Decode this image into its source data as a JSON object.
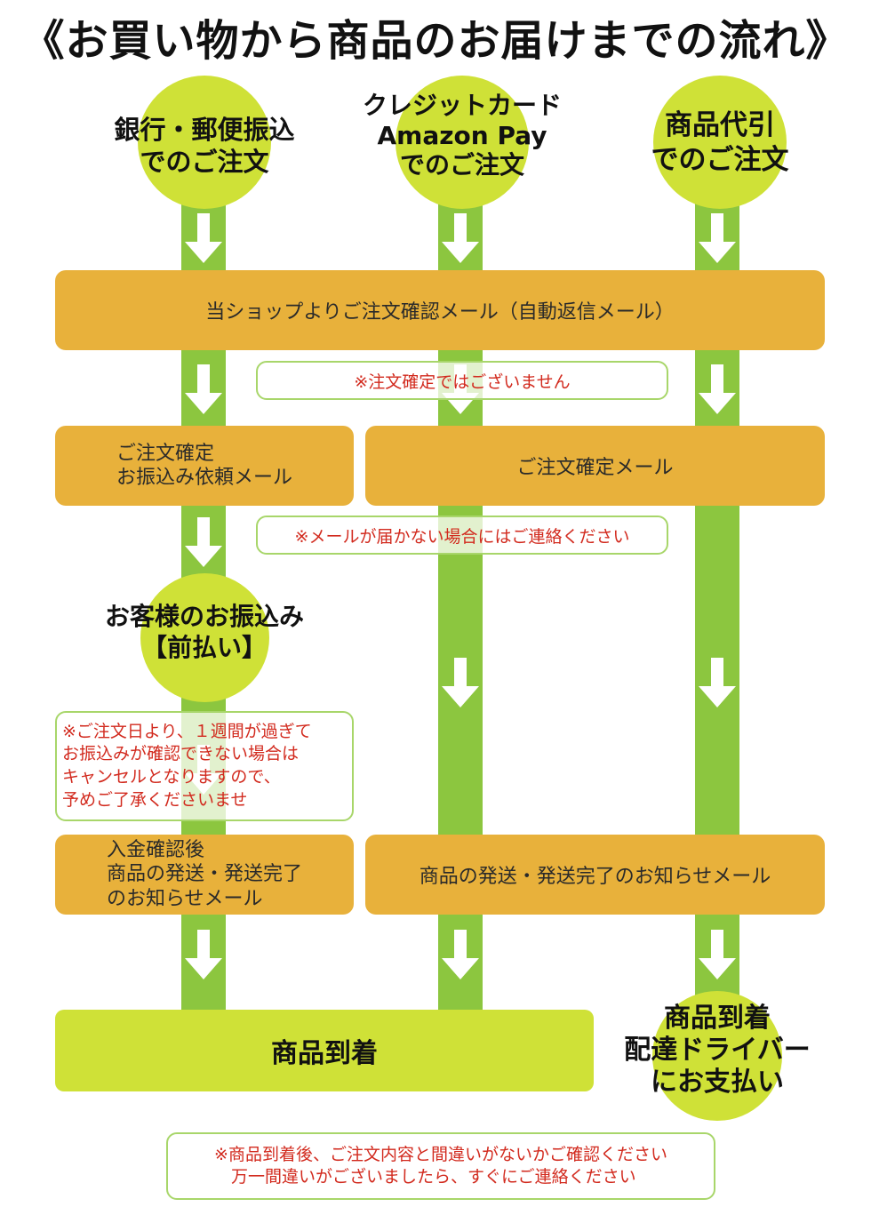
{
  "title": "《お買い物から商品のお届けまでの流れ》",
  "start_circles": [
    {
      "label": "銀行・郵便振込\nでのご注文"
    },
    {
      "label": "クレジットカード\nAmazon Pay\nでのご注文"
    },
    {
      "label": "商品代引\nでのご注文"
    }
  ],
  "confirm_mail_box": "当ショップよりご注文確認メール（自動返信メール）",
  "note_not_confirmed": "※注文確定ではございません",
  "bank_confirm_box": "ご注文確定\nお振込み依頼メール",
  "confirm_box": "ご注文確定メール",
  "note_no_mail": "※メールが届かない場合にはご連絡ください",
  "payment_circle": "お客様のお振込み\n【前払い】",
  "note_cancel": "※ご注文日より、１週間が過ぎて\nお振込みが確認できない場合は\nキャンセルとなりますので、\n予めご了承くださいませ",
  "bank_ship_box": "入金確認後\n商品の発送・発送完了\nのお知らせメール",
  "ship_box": "商品の発送・発送完了のお知らせメール",
  "arrival_box": "商品到着",
  "cod_circle": "商品到着\n配達ドライバー\nにお支払い",
  "note_final": "※商品到着後、ご注文内容と間違いがないかご確認ください\n　万一間違いがございましたら、すぐにご連絡ください",
  "colors": {
    "lane_green": "#8cc63f",
    "circle_yellow": "#cfe137",
    "box_orange": "#e8b13b",
    "note_red": "#d22a1e"
  }
}
